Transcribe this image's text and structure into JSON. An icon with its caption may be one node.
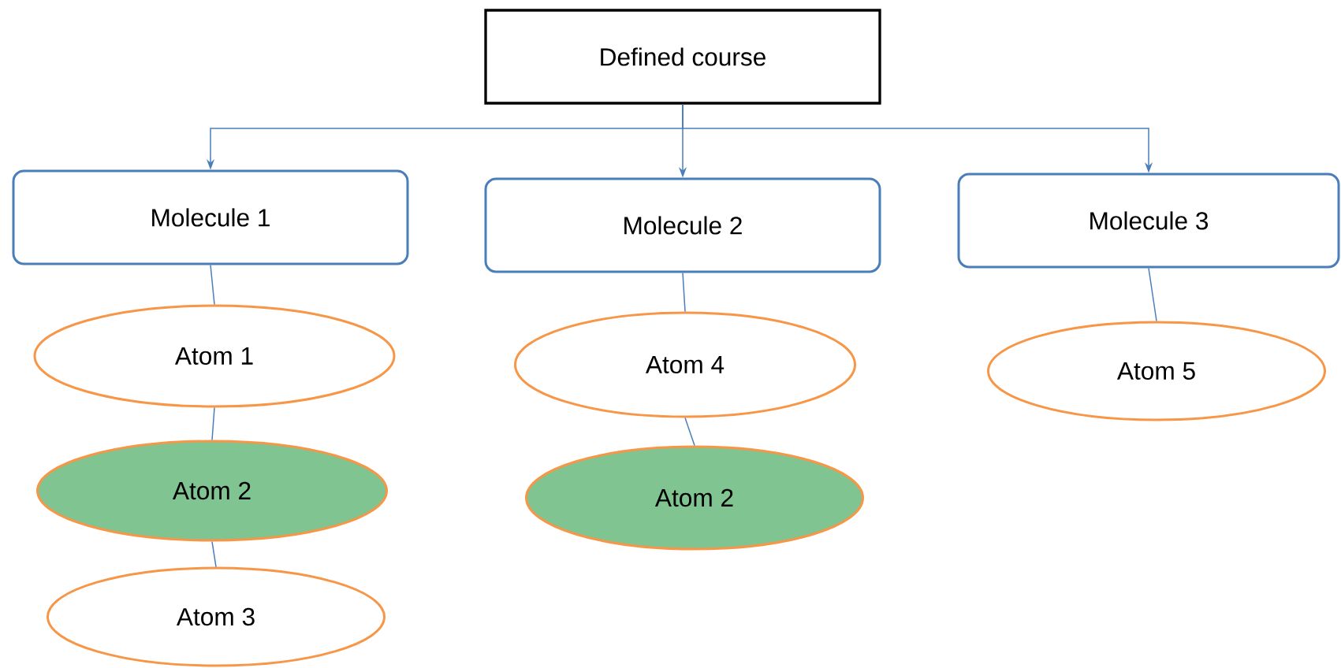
{
  "diagram": {
    "nodes": [
      {
        "text": [
          "Defined course"
        ]
      },
      {
        "text": [
          "Molecule 1"
        ]
      },
      {
        "text": [
          "Molecule 2"
        ]
      },
      {
        "text": [
          "Molecule 3"
        ]
      },
      {
        "text": [
          "Atom 1"
        ]
      },
      {
        "text": [
          "Atom 2"
        ]
      },
      {
        "text": [
          "Atom 3"
        ]
      },
      {
        "text": [
          "Atom 4"
        ]
      },
      {
        "text": [
          "Atom 2"
        ]
      },
      {
        "text": [
          "Atom 5"
        ]
      }
    ],
    "edges": [
      {
        "from": 0,
        "to": 1,
        "arrow": "to"
      },
      {
        "from": 0,
        "to": 2,
        "arrow": "to"
      },
      {
        "from": 0,
        "to": 3,
        "arrow": "to"
      },
      {
        "from": 1,
        "to": 4,
        "arrow": "none"
      },
      {
        "from": 4,
        "to": 5,
        "arrow": "none"
      },
      {
        "from": 5,
        "to": 6,
        "arrow": "none"
      },
      {
        "from": 2,
        "to": 7,
        "arrow": "none"
      },
      {
        "from": 7,
        "to": 8,
        "arrow": "none"
      },
      {
        "from": 3,
        "to": 9,
        "arrow": "none"
      }
    ]
  }
}
